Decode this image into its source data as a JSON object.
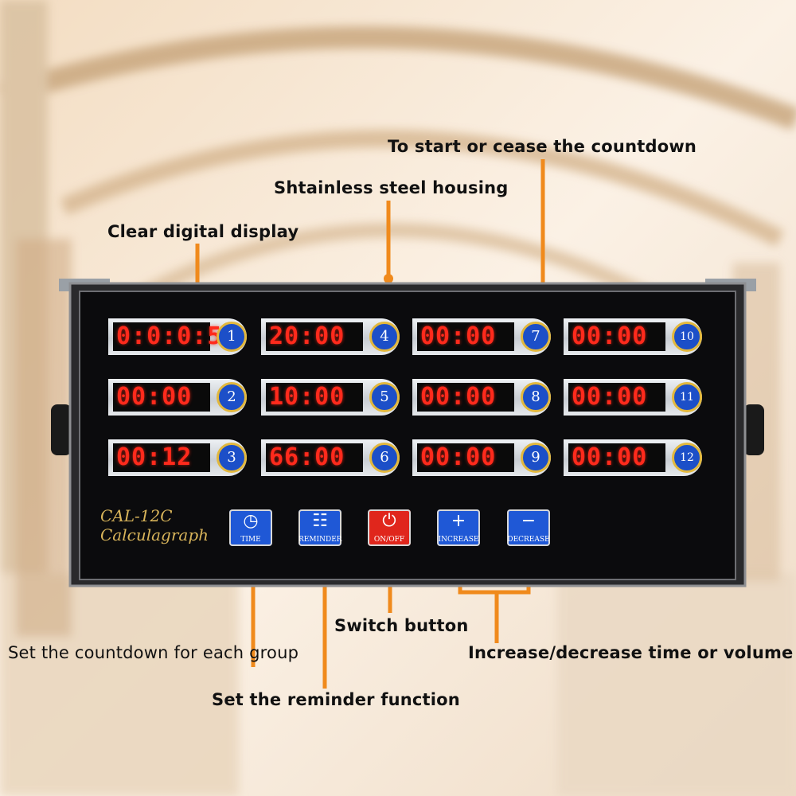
{
  "callouts": {
    "start_cease": "To start or cease the countdown",
    "housing": "Shtainless steel housing",
    "display": "Clear digital display",
    "switch": "Switch button",
    "set_countdown": "Set the countdown for each group",
    "inc_dec": "Increase/decrease time or volume",
    "reminder_fn": "Set the reminder function"
  },
  "device": {
    "model": "CAL-12C",
    "name": "Calculagraph",
    "timers": [
      {
        "num": "1",
        "display": "0:0:0:5"
      },
      {
        "num": "4",
        "display": "20:00"
      },
      {
        "num": "7",
        "display": "00:00"
      },
      {
        "num": "10",
        "display": "00:00"
      },
      {
        "num": "2",
        "display": "00:00"
      },
      {
        "num": "5",
        "display": "10:00"
      },
      {
        "num": "8",
        "display": "00:00"
      },
      {
        "num": "11",
        "display": "00:00"
      },
      {
        "num": "3",
        "display": "00:12"
      },
      {
        "num": "6",
        "display": "66:00"
      },
      {
        "num": "9",
        "display": "00:00"
      },
      {
        "num": "12",
        "display": "00:00"
      }
    ],
    "buttons": [
      {
        "label": "TIME",
        "icon": "clock-icon",
        "color": "#1f58d6"
      },
      {
        "label": "REMINDER",
        "icon": "basket-icon",
        "color": "#1f58d6"
      },
      {
        "label": "ON/OFF",
        "icon": "power-icon",
        "color": "#e0261c"
      },
      {
        "label": "INCREASE",
        "icon": "plus-icon",
        "color": "#1f58d6"
      },
      {
        "label": "DECREASE",
        "icon": "minus-icon",
        "color": "#1f58d6"
      }
    ]
  },
  "colors": {
    "callout_line": "#f08a1c",
    "display_red": "#ff2a1c",
    "panel": "#0b0b0d"
  }
}
